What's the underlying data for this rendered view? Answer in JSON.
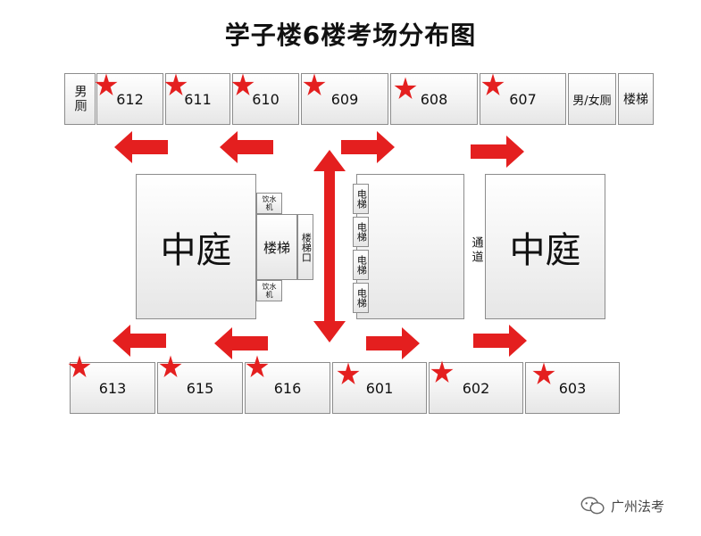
{
  "title": "学子楼6楼考场分布图",
  "top_row": {
    "restroom_male": "男厕",
    "rooms": [
      "612",
      "611",
      "610",
      "609",
      "608",
      "607"
    ],
    "restroom_unisex": "男/女厕",
    "stairs": "楼梯"
  },
  "bottom_row": {
    "rooms": [
      "613",
      "615",
      "616",
      "601",
      "602",
      "603"
    ]
  },
  "center": {
    "courtyard_left": "中庭",
    "courtyard_right": "中庭",
    "water_dispenser_top": "饮水机",
    "water_dispenser_bottom": "饮水机",
    "stairs": "楼梯",
    "stair_entrance": "楼梯口",
    "elevators": [
      "电梯",
      "电梯",
      "电梯",
      "电梯"
    ],
    "passage": "通道"
  },
  "watermark": "广州法考",
  "colors": {
    "star": "#e41f1f",
    "arrow": "#e41f1f",
    "box_border": "#8c8c8c"
  }
}
